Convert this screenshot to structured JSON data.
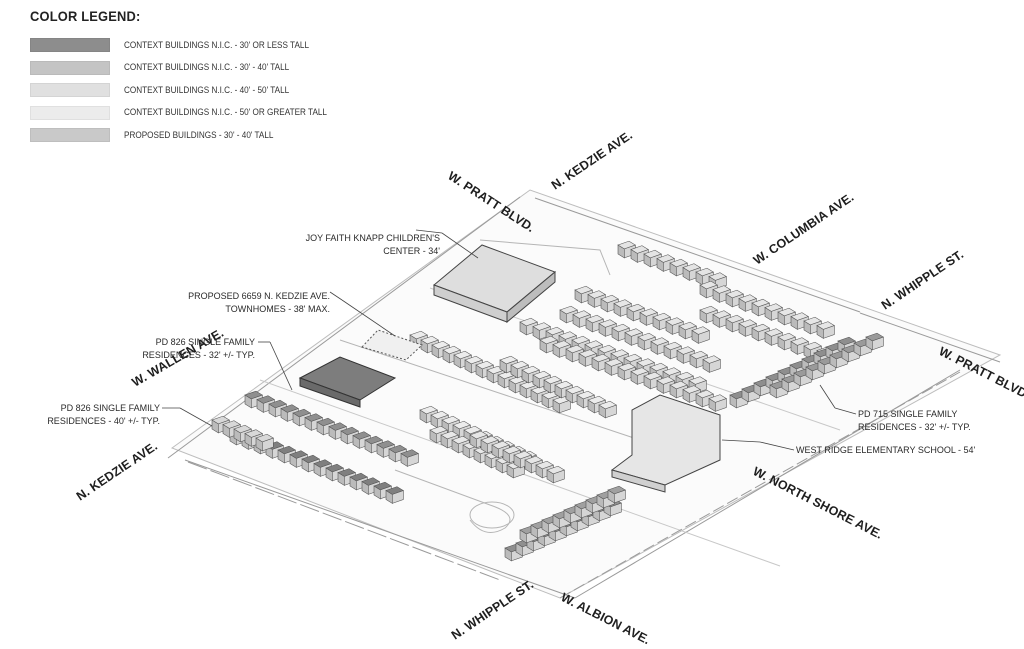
{
  "legend": {
    "title": "COLOR LEGEND:",
    "items": [
      {
        "label": "CONTEXT BUILDINGS N.I.C. - 30' OR LESS TALL",
        "color": "#8d8d8d"
      },
      {
        "label": "CONTEXT BUILDINGS N.I.C. - 30' - 40' TALL",
        "color": "#c4c4c4"
      },
      {
        "label": "CONTEXT BUILDINGS N.I.C. - 40' - 50' TALL",
        "color": "#e0e0e0"
      },
      {
        "label": "CONTEXT BUILDINGS N.I.C. - 50' OR GREATER TALL",
        "color": "#ececec"
      },
      {
        "label": "PROPOSED BUILDINGS - 30' - 40' TALL",
        "color": "#c9c9c9"
      }
    ]
  },
  "streets": {
    "pratt_top": "W. PRATT BLVD.",
    "kedzie_top": "N. KEDZIE AVE.",
    "columbia": "W. COLUMBIA AVE.",
    "whipple_right": "N. WHIPPLE ST.",
    "pratt_right": "W. PRATT BLVD.",
    "wallen": "W. WALLEN AVE.",
    "kedzie_left": "N. KEDZIE AVE.",
    "north_shore": "W. NORTH SHORE AVE.",
    "whipple_bottom": "N. WHIPPLE ST.",
    "albion": "W. ALBION AVE."
  },
  "annotations": {
    "joy_faith": [
      "JOY FAITH KNAPP CHILDREN'S",
      "CENTER - 34'"
    ],
    "proposed_6659": [
      "PROPOSED 6659 N. KEDZIE AVE.",
      "TOWNHOMES - 38' MAX."
    ],
    "pd826_32": [
      "PD 826 SINGLE FAMILY",
      "RESIDENCES - 32' +/- TYP."
    ],
    "pd826_40": [
      "PD 826 SINGLE FAMILY",
      "RESIDENCES - 40' +/- TYP."
    ],
    "pd715": [
      "PD 715 SINGLE FAMILY",
      "RESIDENCES - 32' +/- TYP."
    ],
    "west_ridge": "WEST RIDGE ELEMENTARY SCHOOL - 54'"
  }
}
